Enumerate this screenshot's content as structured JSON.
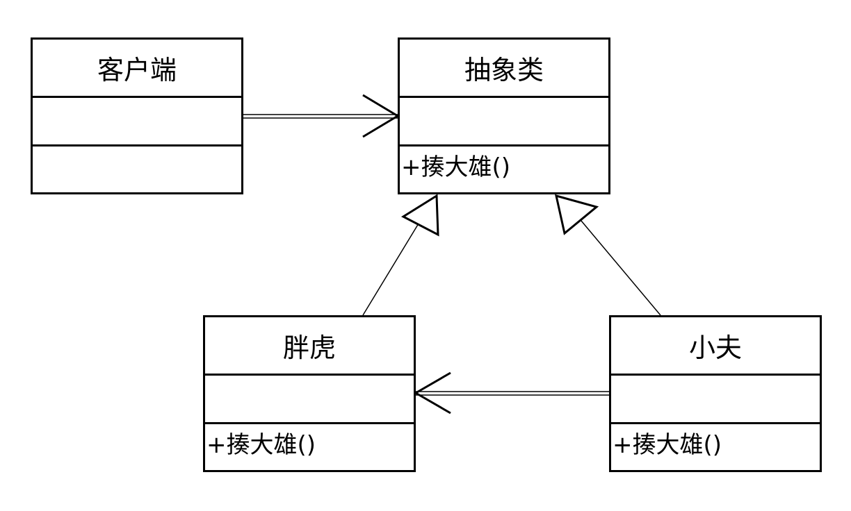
{
  "diagram": {
    "type": "uml-class-diagram",
    "classes": {
      "client": {
        "name": "客户端",
        "operations": []
      },
      "abstract": {
        "name": "抽象类",
        "operations": [
          "+揍大雄()"
        ]
      },
      "panghu": {
        "name": "胖虎",
        "operations": [
          "+揍大雄()"
        ]
      },
      "xiaofu": {
        "name": "小夫",
        "operations": [
          "+揍大雄()"
        ]
      }
    },
    "relations": [
      {
        "from": "客户端",
        "to": "抽象类",
        "kind": "association"
      },
      {
        "from": "胖虎",
        "to": "抽象类",
        "kind": "generalization"
      },
      {
        "from": "小夫",
        "to": "抽象类",
        "kind": "generalization"
      },
      {
        "from": "小夫",
        "to": "胖虎",
        "kind": "association"
      }
    ],
    "colors": {
      "line": "#000000",
      "background": "#ffffff"
    }
  }
}
